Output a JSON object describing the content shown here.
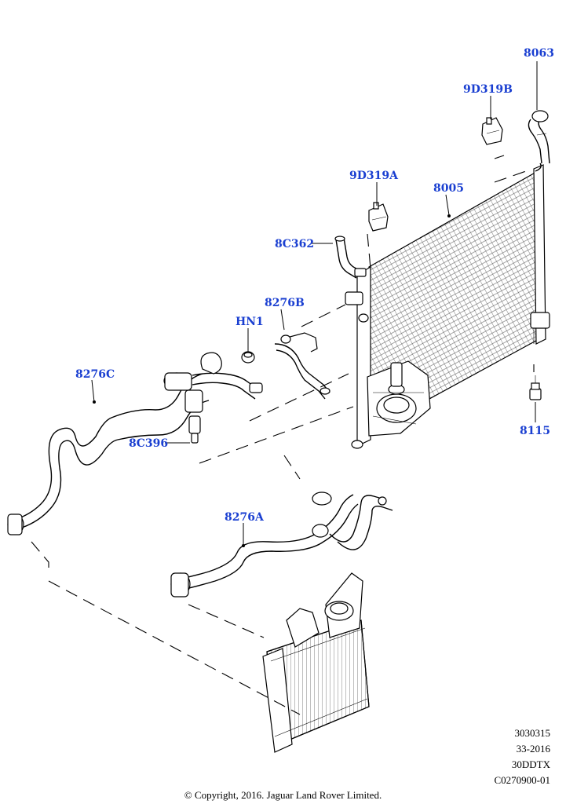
{
  "callouts": {
    "c8063": "8063",
    "c9D319B": "9D319B",
    "c9D319A": "9D319A",
    "c8005": "8005",
    "c8C362": "8C362",
    "c8276B": "8276B",
    "cHN1": "HN1",
    "c8276C": "8276C",
    "c8C396": "8C396",
    "c8115": "8115",
    "c8276A": "8276A"
  },
  "reference": {
    "line1": "3030315",
    "line2": "33-2016",
    "line3": "30DDTX",
    "line4": "C0270900-01"
  },
  "copyright": "© Copyright, 2016. Jaguar Land Rover Limited.",
  "colors": {
    "callout": "#1a3fd1",
    "lines": "#000000",
    "background": "#ffffff"
  }
}
